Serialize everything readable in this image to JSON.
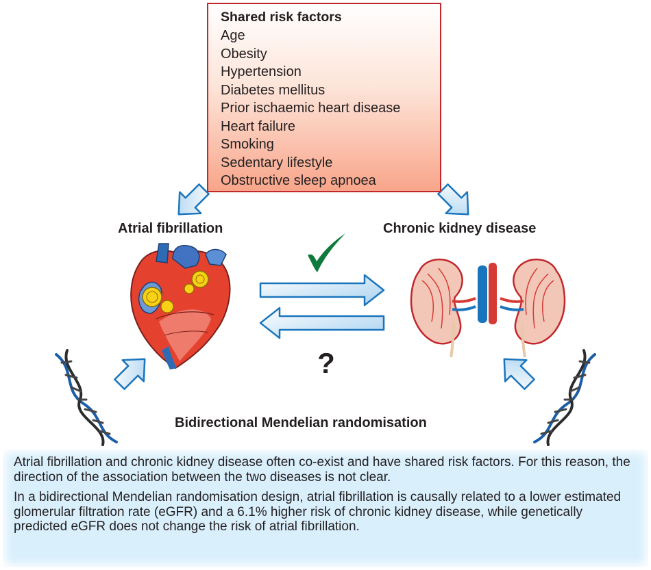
{
  "risk_box": {
    "title": "Shared risk factors",
    "items": [
      "Age",
      "Obesity",
      "Hypertension",
      "Diabetes mellitus",
      "Prior ischaemic heart disease",
      "Heart failure",
      "Smoking",
      "Sedentary lifestyle",
      "Obstructive sleep apnoea"
    ]
  },
  "labels": {
    "atrial_fibrillation": "Atrial fibrillation",
    "chronic_kidney_disease": "Chronic kidney disease",
    "mendelian": "Bidirectional Mendelian randomisation",
    "question_mark": "?"
  },
  "summary": {
    "paragraph1": "Atrial fibrillation and chronic kidney disease often co-exist and have shared risk factors. For this reason, the direction of the association between the two diseases is not clear.",
    "paragraph2": "In a bidirectional Mendelian randomisation design, atrial fibrillation is causally related to a lower estimated glomerular filtration rate (eGFR) and a 6.1% higher risk of chronic kidney disease, while genetically predicted eGFR does not change the risk of atrial fibrillation."
  },
  "colors": {
    "risk_border": "#c1272d",
    "arrow_fill": "#cfe6f7",
    "arrow_stroke": "#1b75bc",
    "check": "#0f7a3b",
    "summary_bg": "#d9effc"
  },
  "icons": [
    "heart-icon",
    "kidney-icon",
    "dna-helix-icon",
    "check-icon"
  ]
}
